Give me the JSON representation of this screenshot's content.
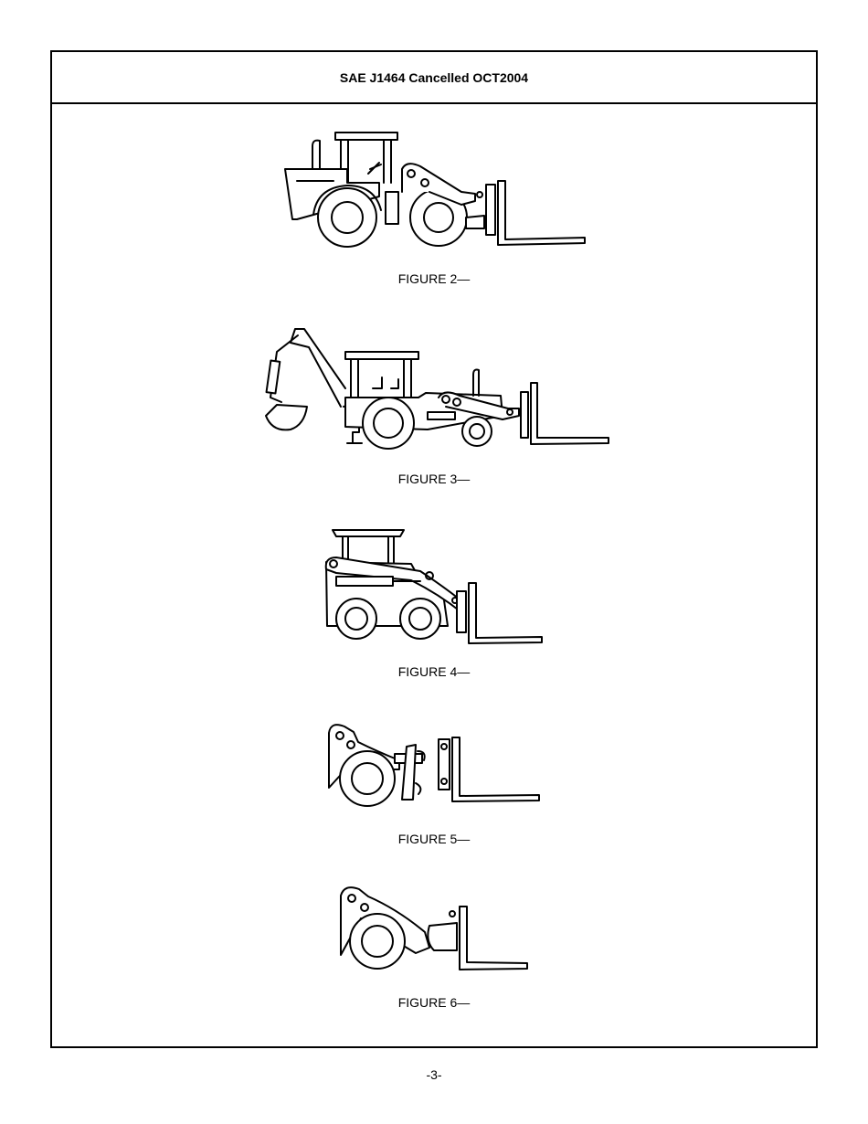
{
  "header": {
    "title": "SAE J1464 Cancelled OCT2004"
  },
  "figures": [
    {
      "caption": "FIGURE 2—"
    },
    {
      "caption": "FIGURE 3—"
    },
    {
      "caption": "FIGURE 4—"
    },
    {
      "caption": "FIGURE 5—"
    },
    {
      "caption": "FIGURE 6—"
    }
  ],
  "footer": {
    "page_number": "-3-"
  }
}
